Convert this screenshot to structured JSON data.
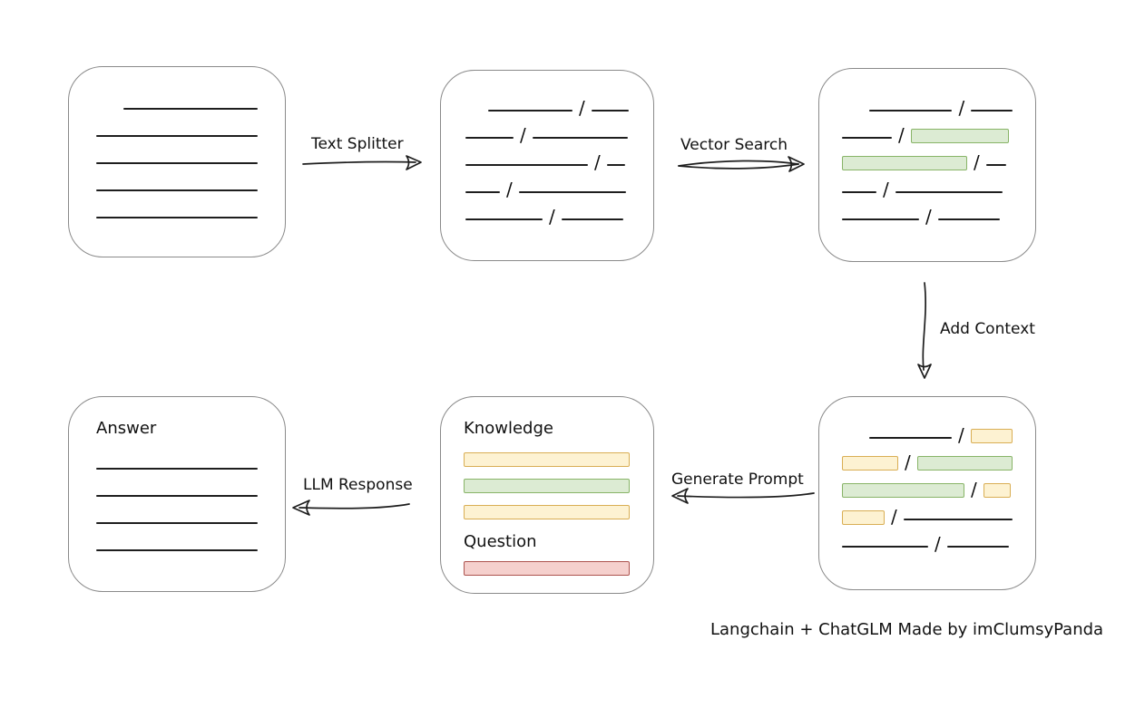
{
  "caption": "Langchain + ChatGLM Made by imClumsyPanda",
  "colors": {
    "line_color": "#1e1e1e",
    "box_border": "#8a8a8a",
    "green_fill": "#dcebd3",
    "green_border": "#88b467",
    "yellow_fill": "#fdf2d2",
    "yellow_border": "#d9ae54",
    "red_fill": "#f5d0cd",
    "red_border": "#ad534e"
  },
  "arrows": {
    "text_splitter": {
      "label": "Text Splitter"
    },
    "vector_search": {
      "label": "Vector Search"
    },
    "add_context": {
      "label": "Add Context"
    },
    "generate_prompt": {
      "label": "Generate Prompt"
    },
    "llm_response": {
      "label": "LLM Response"
    }
  },
  "boxes": {
    "document": {
      "rows": [
        [
          {
            "k": "gap",
            "w": 30
          },
          {
            "k": "line",
            "w": 150
          }
        ],
        [
          {
            "k": "line",
            "w": 180
          }
        ],
        [
          {
            "k": "line",
            "w": 180
          }
        ],
        [
          {
            "k": "line",
            "w": 180
          }
        ],
        [
          {
            "k": "line",
            "w": 180
          }
        ]
      ]
    },
    "chunks": {
      "rows": [
        [
          {
            "k": "gap",
            "w": 25
          },
          {
            "k": "line",
            "w": 95
          },
          {
            "k": "slash",
            "c": "/"
          },
          {
            "k": "line",
            "w": 42
          }
        ],
        [
          {
            "k": "line",
            "w": 53
          },
          {
            "k": "slash",
            "c": "/"
          },
          {
            "k": "line",
            "w": 105
          }
        ],
        [
          {
            "k": "line",
            "w": 135
          },
          {
            "k": "slash",
            "c": "/"
          },
          {
            "k": "line",
            "w": 20
          }
        ],
        [
          {
            "k": "line",
            "w": 38
          },
          {
            "k": "slash",
            "c": "/"
          },
          {
            "k": "line",
            "w": 118
          }
        ],
        [
          {
            "k": "line",
            "w": 85
          },
          {
            "k": "slash",
            "c": "/"
          },
          {
            "k": "line",
            "w": 68
          }
        ]
      ]
    },
    "retrieved": {
      "rows": [
        [
          {
            "k": "gap",
            "w": 30
          },
          {
            "k": "line",
            "w": 92
          },
          {
            "k": "slash",
            "c": "/"
          },
          {
            "k": "line",
            "w": 46
          }
        ],
        [
          {
            "k": "line",
            "w": 55
          },
          {
            "k": "slash",
            "c": "/"
          },
          {
            "k": "green",
            "w": 108
          }
        ],
        [
          {
            "k": "green",
            "w": 138
          },
          {
            "k": "slash",
            "c": "/"
          },
          {
            "k": "line",
            "w": 22
          }
        ],
        [
          {
            "k": "line",
            "w": 38
          },
          {
            "k": "slash",
            "c": "/"
          },
          {
            "k": "line",
            "w": 118
          }
        ],
        [
          {
            "k": "line",
            "w": 85
          },
          {
            "k": "slash",
            "c": "/"
          },
          {
            "k": "line",
            "w": 68
          }
        ]
      ]
    },
    "context": {
      "rows": [
        [
          {
            "k": "gap",
            "w": 30
          },
          {
            "k": "line",
            "w": 93
          },
          {
            "k": "slash",
            "c": "/"
          },
          {
            "k": "yellow",
            "w": 47
          }
        ],
        [
          {
            "k": "yellow",
            "w": 62
          },
          {
            "k": "slash",
            "c": "/"
          },
          {
            "k": "green",
            "w": 105
          }
        ],
        [
          {
            "k": "green",
            "w": 135
          },
          {
            "k": "slash",
            "c": "/"
          },
          {
            "k": "yellow",
            "w": 30
          }
        ],
        [
          {
            "k": "yellow",
            "w": 47
          },
          {
            "k": "slash",
            "c": "/"
          },
          {
            "k": "line",
            "w": 120
          }
        ],
        [
          {
            "k": "line",
            "w": 95
          },
          {
            "k": "slash",
            "c": "/"
          },
          {
            "k": "line",
            "w": 68
          }
        ]
      ]
    },
    "prompt": {
      "knowledge_label": "Knowledge",
      "question_label": "Question",
      "knowledge_rows": [
        [
          {
            "k": "yellow",
            "w": 183
          }
        ],
        [
          {
            "k": "green",
            "w": 183
          }
        ],
        [
          {
            "k": "yellow",
            "w": 183
          }
        ]
      ],
      "question_rows": [
        [
          {
            "k": "red",
            "w": 183
          }
        ]
      ]
    },
    "answer": {
      "label": "Answer",
      "rows": [
        [
          {
            "k": "line",
            "w": 178
          }
        ],
        [
          {
            "k": "line",
            "w": 178
          }
        ],
        [
          {
            "k": "line",
            "w": 178
          }
        ],
        [
          {
            "k": "line",
            "w": 178
          }
        ]
      ]
    }
  }
}
